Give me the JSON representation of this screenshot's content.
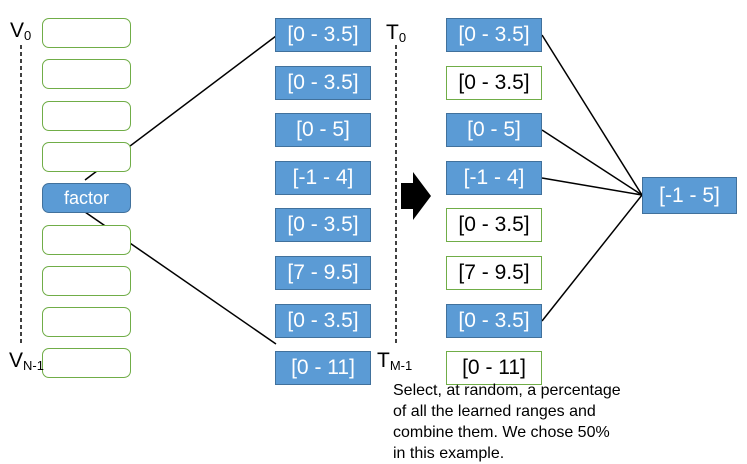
{
  "variables": {
    "first_label": "V",
    "first_sub": "0",
    "last_label": "V",
    "last_sub": "N-1",
    "factor_label": "factor",
    "slot_count": 9,
    "factor_slot": 4
  },
  "learned_ranges": {
    "first_label": "T",
    "first_sub": "0",
    "last_label": "T",
    "last_sub": "M-1",
    "items": [
      "[0 - 3.5]",
      "[0 - 3.5]",
      "[0 - 5]",
      "[-1 - 4]",
      "[0 - 3.5]",
      "[7 - 9.5]",
      "[0 - 3.5]",
      "[0 - 11]"
    ]
  },
  "selected_ranges": {
    "items": [
      {
        "label": "[0 - 3.5]",
        "selected": true
      },
      {
        "label": "[0 - 3.5]",
        "selected": false
      },
      {
        "label": "[0 - 5]",
        "selected": true
      },
      {
        "label": "[-1 - 4]",
        "selected": true
      },
      {
        "label": "[0 - 3.5]",
        "selected": false
      },
      {
        "label": "[7 - 9.5]",
        "selected": false
      },
      {
        "label": "[0 - 3.5]",
        "selected": true
      },
      {
        "label": "[0 - 11]",
        "selected": false
      }
    ]
  },
  "result": {
    "label": "[-1 - 5]"
  },
  "caption": "Select, at random, a percentage of all the learned ranges and combine them. We chose 50% in this example.",
  "colors": {
    "fill": "#5b9bd5",
    "fill_border": "#41719c",
    "outline": "#70ad47",
    "line": "#000000"
  }
}
